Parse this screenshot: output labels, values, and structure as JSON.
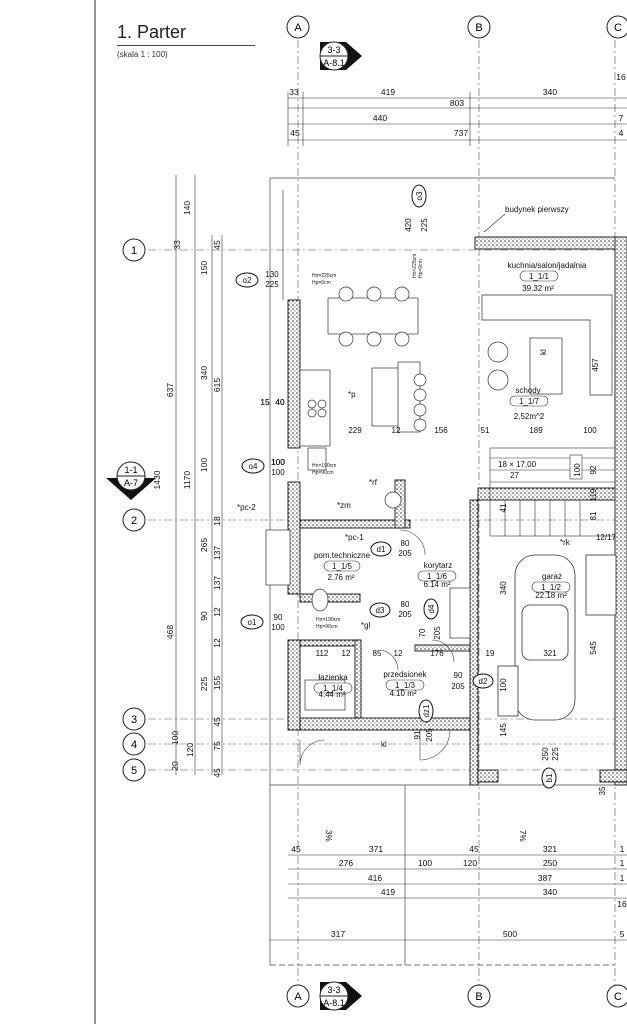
{
  "drawing": {
    "title": "1. Parter",
    "scale": "(skala 1 : 100)"
  },
  "axes": {
    "columns": [
      "A",
      "B",
      "C"
    ],
    "rows": [
      "1",
      "2",
      "3",
      "4",
      "5"
    ]
  },
  "section_marks": {
    "top": {
      "num": "3-3",
      "ref": "A-8.1"
    },
    "bottom": {
      "num": "3-3",
      "ref": "A-8.1"
    },
    "left": {
      "num": "1-1",
      "ref": "A-7"
    }
  },
  "top_dims": {
    "row1": [
      "33",
      "419",
      "340"
    ],
    "row2": [
      "803"
    ],
    "row3": [
      "440"
    ],
    "row4": [
      "45",
      "737"
    ],
    "right_edge": [
      "16",
      "7",
      "4"
    ]
  },
  "left_dims": {
    "outer": [
      "637",
      "1430",
      "468"
    ],
    "mid": [
      "140",
      "1170"
    ],
    "inner1": [
      "150",
      "340",
      "100",
      "265",
      "90",
      "225",
      "100"
    ],
    "inner2": [
      "615",
      "137",
      "137",
      "155"
    ],
    "small": [
      "33",
      "45",
      "15",
      "40",
      "100",
      "18",
      "12",
      "12",
      "45",
      "75",
      "120",
      "20",
      "45"
    ]
  },
  "bottom_dims": {
    "row1": [
      "45",
      "371",
      "45",
      "321"
    ],
    "row2": [
      "276",
      "100",
      "120",
      "250"
    ],
    "row3": [
      "416",
      "387"
    ],
    "row4": [
      "419",
      "340"
    ],
    "row5": [
      "317",
      "500"
    ],
    "right_edge": [
      "1",
      "1",
      "1",
      "16",
      "5"
    ]
  },
  "tags": {
    "o1": "o1",
    "o2": "o2",
    "o3": "o3",
    "o4": "o4",
    "d1": "d1",
    "d2": "d2",
    "d3": "d3",
    "d4": "d4",
    "dz1": "dz1",
    "b1": "b1"
  },
  "rooms": [
    {
      "name": "kuchnia/salon/jadalnia",
      "code": "1_1/1",
      "area": "39.32 m²"
    },
    {
      "name": "schody",
      "code": "1_1/7",
      "area": "2,52m^2"
    },
    {
      "name": "pom.techniczne",
      "code": "1_1/5",
      "area": "2.76 m²"
    },
    {
      "name": "korytarz",
      "code": "1_1/6",
      "area": "6.14 m²"
    },
    {
      "name": "garaż",
      "code": "1_1/2",
      "area": "22.18 m²"
    },
    {
      "name": "łazienka",
      "code": "1_1/4",
      "area": "4.44 m²"
    },
    {
      "name": "przedsionek",
      "code": "1_1/3",
      "area": "4.10 m²"
    }
  ],
  "notes": {
    "building": "budynek pierwszy",
    "p": "*p",
    "rf": "*rf",
    "zm": "*zm",
    "pc1": "*pc-1",
    "pc2": "*pc-2",
    "gl": "*gl",
    "rk": "*rk",
    "kl": "kl",
    "slope_left": "3%",
    "slope_right": "7%",
    "stairs": "18 × 17,00",
    "stair_num": "27"
  },
  "windows": {
    "o2": [
      "130",
      "225"
    ],
    "o4": [
      "100",
      "100"
    ],
    "o1": [
      "90",
      "100"
    ],
    "o3": [
      "420",
      "225"
    ],
    "sill_o2": [
      "Hn=225cm",
      "Hp=0cm"
    ],
    "sill_o3": [
      "Hn=225cm",
      "Hp=0cm"
    ],
    "sill_o4": [
      "Hn=190cm",
      "Hp=90cm"
    ],
    "sill_o1": [
      "Hn=190cm",
      "Hp=90cm"
    ]
  },
  "doors": {
    "d1": [
      "80",
      "205"
    ],
    "d3": [
      "80",
      "205"
    ],
    "d4": [
      "70",
      "205"
    ],
    "d2": [
      "90",
      "205"
    ],
    "dz1": [
      "91",
      "205"
    ],
    "b1": [
      "250",
      "225"
    ]
  },
  "inner_dims": {
    "kitchen_row": [
      "229",
      "12",
      "156",
      "51",
      "189",
      "100"
    ],
    "kitchen_stair": [
      "15",
      "40"
    ],
    "stairs_right": [
      "100",
      "92",
      "119",
      "81"
    ],
    "corridor": [
      "340",
      "41"
    ],
    "garage": [
      "545",
      "100",
      "145"
    ],
    "bath_row": [
      "112",
      "12",
      "85",
      "12",
      "176",
      "19",
      "321"
    ],
    "salon_small": [
      "457"
    ],
    "stair_mark": [
      "12/17"
    ],
    "right_ext": [
      "35"
    ]
  }
}
